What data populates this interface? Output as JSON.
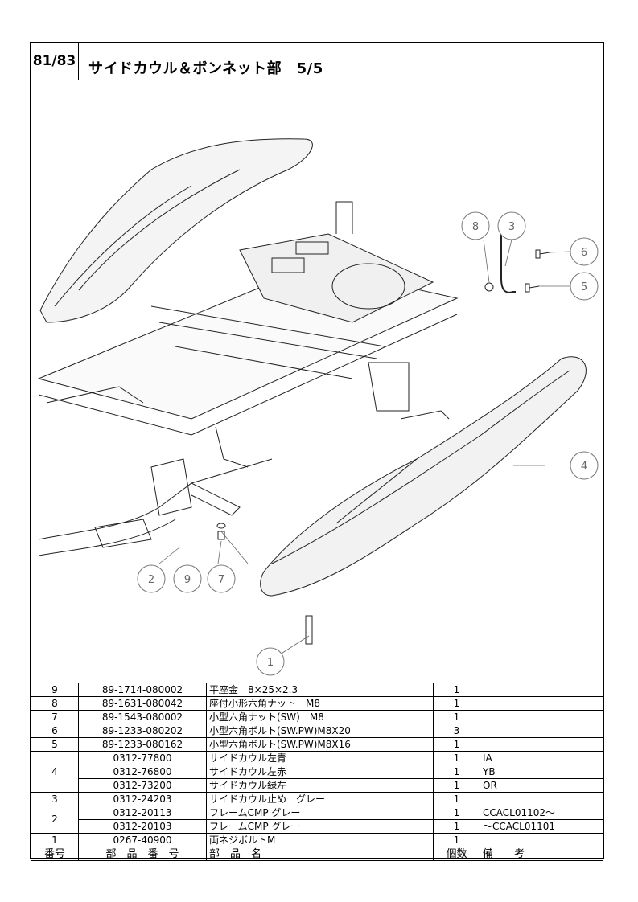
{
  "page_number": "81/83",
  "title": "サイドカウル＆ボンネット部　5/5",
  "callouts": [
    "1",
    "2",
    "3",
    "4",
    "5",
    "6",
    "7",
    "8",
    "9"
  ],
  "table": {
    "header": {
      "no": "番号",
      "part_no": "部　品　番　号",
      "name": "部　品　名",
      "qty": "個数",
      "remarks": "備　　考"
    },
    "groups": [
      {
        "no": "9",
        "rows": [
          {
            "part_no": "89-1714-080002",
            "name": "平座金　8×25×2.3",
            "qty": "1",
            "remarks": ""
          }
        ]
      },
      {
        "no": "8",
        "rows": [
          {
            "part_no": "89-1631-080042",
            "name": "座付小形六角ナット　M8",
            "qty": "1",
            "remarks": ""
          }
        ]
      },
      {
        "no": "7",
        "rows": [
          {
            "part_no": "89-1543-080002",
            "name": "小型六角ナット(SW)　M8",
            "qty": "1",
            "remarks": ""
          }
        ]
      },
      {
        "no": "6",
        "rows": [
          {
            "part_no": "89-1233-080202",
            "name": "小型六角ボルト(SW.PW)M8X20",
            "qty": "3",
            "remarks": ""
          }
        ]
      },
      {
        "no": "5",
        "rows": [
          {
            "part_no": "89-1233-080162",
            "name": "小型六角ボルト(SW.PW)M8X16",
            "qty": "1",
            "remarks": ""
          }
        ]
      },
      {
        "no": "4",
        "rows": [
          {
            "part_no": "0312-77800",
            "name": "サイドカウル左青",
            "qty": "1",
            "remarks": "IA"
          },
          {
            "part_no": "0312-76800",
            "name": "サイドカウル左赤",
            "qty": "1",
            "remarks": "YB"
          },
          {
            "part_no": "0312-73200",
            "name": "サイドカウル緑左",
            "qty": "1",
            "remarks": "OR"
          }
        ]
      },
      {
        "no": "3",
        "rows": [
          {
            "part_no": "0312-24203",
            "name": "サイドカウル止め　グレー",
            "qty": "1",
            "remarks": ""
          }
        ]
      },
      {
        "no": "2",
        "rows": [
          {
            "part_no": "0312-20113",
            "name": "フレームCMP グレー",
            "qty": "1",
            "remarks": "CCACL01102～"
          },
          {
            "part_no": "0312-20103",
            "name": "フレームCMP グレー",
            "qty": "1",
            "remarks": "～CCACL01101"
          }
        ]
      },
      {
        "no": "1",
        "rows": [
          {
            "part_no": "0267-40900",
            "name": "両ネジボルトM",
            "qty": "1",
            "remarks": ""
          }
        ]
      }
    ]
  }
}
